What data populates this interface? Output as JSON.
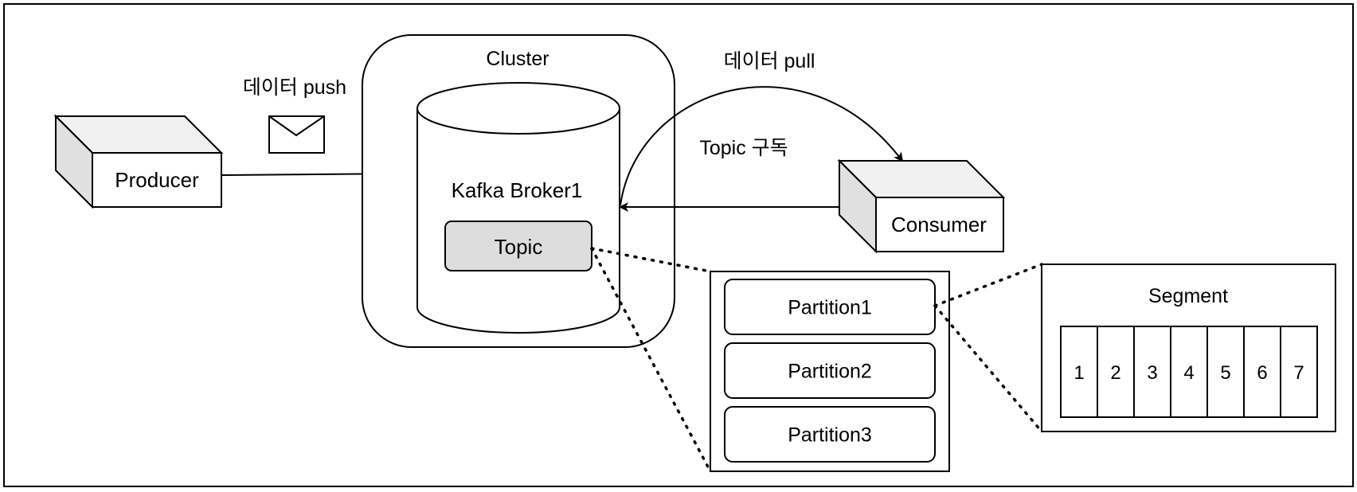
{
  "colors": {
    "stroke": "#000000",
    "background": "#ffffff",
    "box_top_face": "#f0f0f0",
    "box_side_face": "#e0e0e0",
    "topic_fill": "#dddddd"
  },
  "icons": {
    "envelope": "envelope-icon"
  },
  "diagram": {
    "producer_label": "Producer",
    "push_label": "데이터 push",
    "cluster_label": "Cluster",
    "broker_label": "Kafka Broker1",
    "topic_label": "Topic",
    "pull_label": "데이터 pull",
    "subscribe_label": "Topic 구독",
    "consumer_label": "Consumer",
    "partitions": [
      "Partition1",
      "Partition2",
      "Partition3"
    ],
    "segment_label": "Segment",
    "segment_items": [
      "1",
      "2",
      "3",
      "4",
      "5",
      "6",
      "7"
    ]
  }
}
